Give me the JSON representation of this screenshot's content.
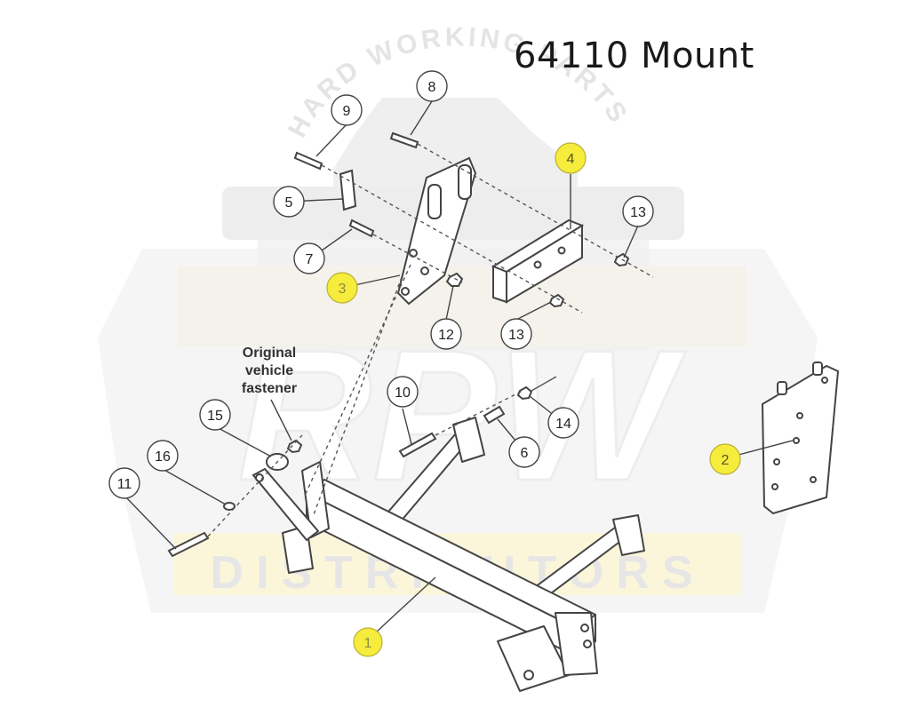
{
  "title": "64110 Mount",
  "note_lines": [
    "Original",
    "vehicle",
    "fastener"
  ],
  "watermark": {
    "arc_text": "HARD WORKING PARTS",
    "logo_text": "RPW",
    "band_text": "DISTRIBUTORS"
  },
  "callouts": [
    {
      "id": "c1",
      "label": "1",
      "highlight": true
    },
    {
      "id": "c2",
      "label": "2",
      "highlight": true
    },
    {
      "id": "c3",
      "label": "3",
      "highlight": true
    },
    {
      "id": "c4",
      "label": "4",
      "highlight": true
    },
    {
      "id": "c5",
      "label": "5",
      "highlight": false
    },
    {
      "id": "c6",
      "label": "6",
      "highlight": false
    },
    {
      "id": "c7",
      "label": "7",
      "highlight": false
    },
    {
      "id": "c8",
      "label": "8",
      "highlight": false
    },
    {
      "id": "c9",
      "label": "9",
      "highlight": false
    },
    {
      "id": "c10",
      "label": "10",
      "highlight": false
    },
    {
      "id": "c11",
      "label": "11",
      "highlight": false
    },
    {
      "id": "c12",
      "label": "12",
      "highlight": false
    },
    {
      "id": "c13a",
      "label": "13",
      "highlight": false
    },
    {
      "id": "c13b",
      "label": "13",
      "highlight": false
    },
    {
      "id": "c14",
      "label": "14",
      "highlight": false
    },
    {
      "id": "c15",
      "label": "15",
      "highlight": false
    },
    {
      "id": "c16",
      "label": "16",
      "highlight": false
    }
  ],
  "colors": {
    "highlight": "#f5ec3c",
    "line": "#555555",
    "watermark": "#e9e9e9",
    "watermark_band": "#fbf6d6"
  }
}
